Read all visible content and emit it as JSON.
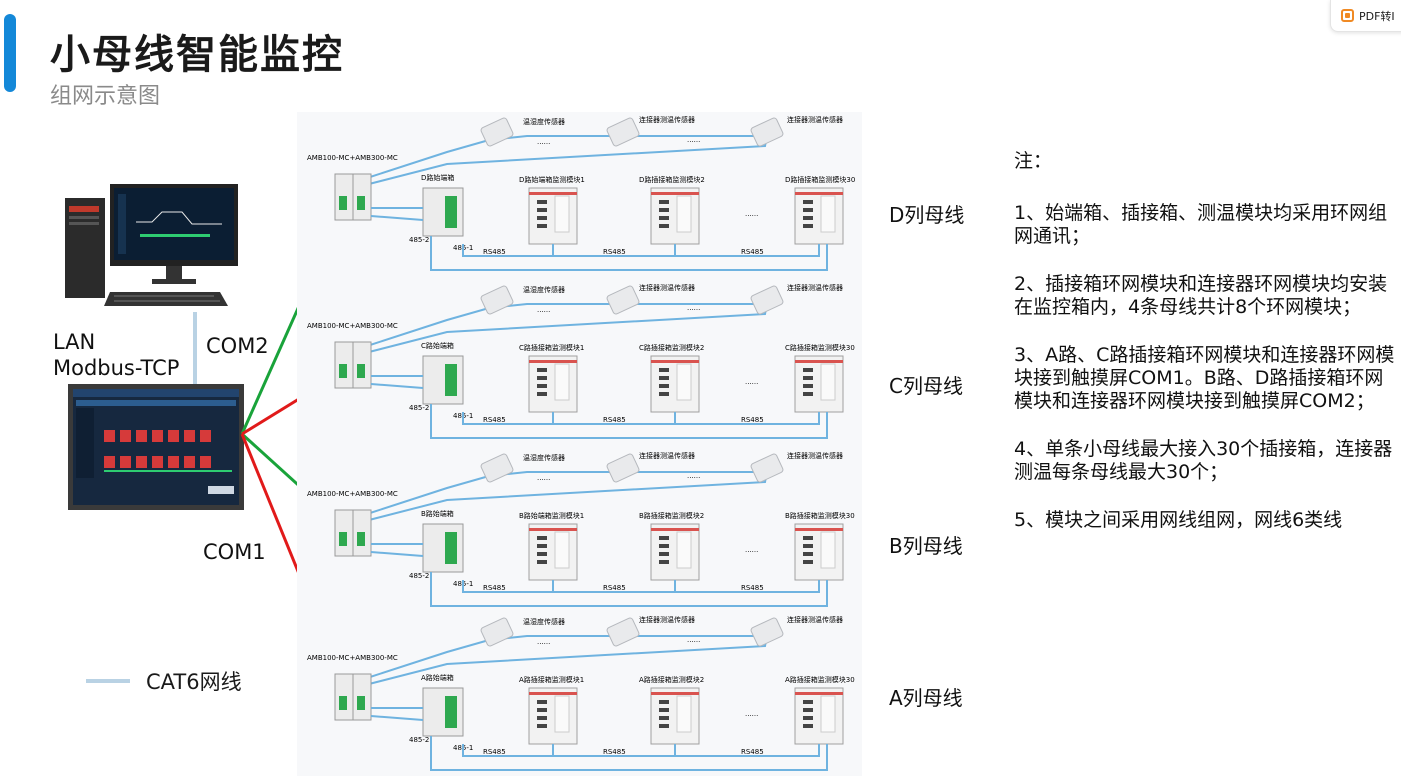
{
  "header": {
    "title": "小母线智能监控",
    "subtitle": "组网示意图",
    "pdf_button": "PDF转I"
  },
  "left": {
    "lan": "LAN",
    "modbus": "Modbus-TCP",
    "com2": "COM2",
    "com1": "COM1",
    "legend": "CAT6网线"
  },
  "buses": [
    {
      "label": "D列母线",
      "gateway": "AMB100-MC+AMB300-MC",
      "head_box": "D路始端箱",
      "sensor1": "温湿度传感器",
      "sensor2": "连接器测温传感器",
      "sensor3": "连接器测温传感器",
      "mod1": "D路始端箱监测模块1",
      "mod2": "D路插接箱监测模块2",
      "mod3": "D路插接箱监测模块30",
      "p1": "485-2",
      "p2": "485-1",
      "rs": "RS485",
      "dots": "......"
    },
    {
      "label": "C列母线",
      "gateway": "AMB100-MC+AMB300-MC",
      "head_box": "C路始端箱",
      "sensor1": "温湿度传感器",
      "sensor2": "连接器测温传感器",
      "sensor3": "连接器测温传感器",
      "mod1": "C路插接箱监测模块1",
      "mod2": "C路插接箱监测模块2",
      "mod3": "C路插接箱监测模块30",
      "p1": "485-2",
      "p2": "485-1",
      "rs": "RS485",
      "dots": "......"
    },
    {
      "label": "B列母线",
      "gateway": "AMB100-MC+AMB300-MC",
      "head_box": "B路始端箱",
      "sensor1": "温湿度传感器",
      "sensor2": "连接器测温传感器",
      "sensor3": "连接器测温传感器",
      "mod1": "B路始端箱监测模块1",
      "mod2": "B路插接箱监测模块2",
      "mod3": "B路插接箱监测模块30",
      "p1": "485-2",
      "p2": "485-1",
      "rs": "RS485",
      "dots": "......"
    },
    {
      "label": "A列母线",
      "gateway": "AMB100-MC+AMB300-MC",
      "head_box": "A路始端箱",
      "sensor1": "温湿度传感器",
      "sensor2": "连接器测温传感器",
      "sensor3": "连接器测温传感器",
      "mod1": "A路插接箱监测模块1",
      "mod2": "A路插接箱监测模块2",
      "mod3": "A路插接箱监测模块30",
      "p1": "485-2",
      "p2": "485-1",
      "rs": "RS485",
      "dots": "......"
    }
  ],
  "notes": {
    "heading": "注：",
    "items": [
      "1、始端箱、插接箱、测温模块均采用环网组网通讯；",
      "2、插接箱环网模块和连接器环网模块均安装在监控箱内，4条母线共计8个环网模块；",
      "3、A路、C路插接箱环网模块和连接器环网模块接到触摸屏COM1。B路、D路插接箱环网模块和连接器环网模块接到触摸屏COM2；",
      "4、单条小母线最大接入30个插接箱，连接器测温每条母线最大30个；",
      "5、模块之间采用网线组网，网线6类线"
    ]
  },
  "colors": {
    "accent": "#1488d8",
    "com2_line": "#19a33a",
    "com1_line": "#e11a1a",
    "cable": "#6fb3e0",
    "legend_line": "#b9d2e4"
  }
}
